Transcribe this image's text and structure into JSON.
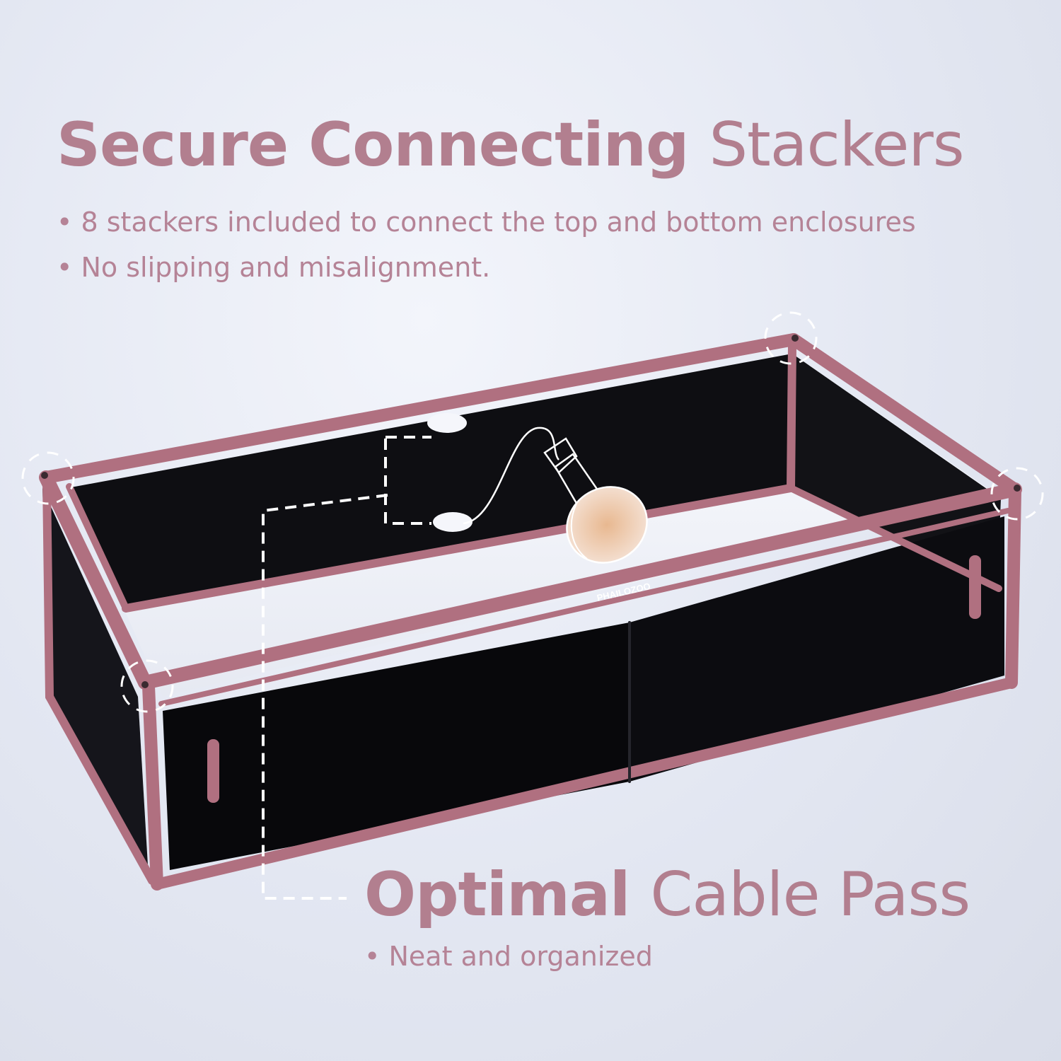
{
  "top_section": {
    "headline_strong": "Secure Connecting",
    "headline_light": "Stackers",
    "bullets": [
      "• 8 stackers included to connect the top and bottom enclosures",
      "• No slipping and misalignment."
    ]
  },
  "bottom_section": {
    "headline_strong": "Optimal",
    "headline_light": "Cable Pass",
    "bullets": [
      "• Neat and organized"
    ]
  },
  "product": {
    "brand_logo": "PHAILOZOO",
    "frame_color": "#b07080",
    "panel_color": "#0e0e12",
    "accent_text_color": "#b27f8f",
    "icons": [
      "heat-lamp-icon",
      "stacker-highlight-icon",
      "cable-path-icon"
    ]
  }
}
